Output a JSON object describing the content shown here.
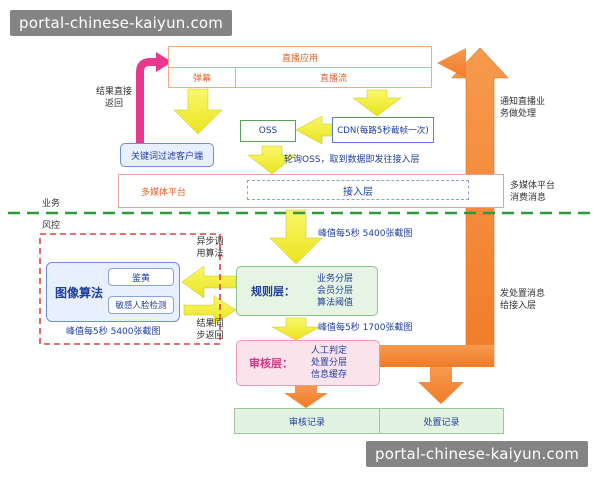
{
  "watermark": "portal-chinese-kaiyun.com",
  "top": {
    "live_app": "直播应用",
    "danmaku": "弹幕",
    "live_stream": "直播流",
    "keyword_filter": "关键词过滤客户端",
    "result_return": "结果直接\n返回",
    "oss": "OSS",
    "cdn": "CDN(每路5秒截帧一次)",
    "poll_oss": "轮询OSS，取到数据即发往接入层",
    "notify": "通知直播业\n务做处理"
  },
  "media": {
    "platform": "多媒体平台",
    "access_layer": "接入层",
    "consume": "多媒体平台\n消费消息"
  },
  "zones": {
    "business": "业务",
    "risk": "风控"
  },
  "risk": {
    "peak_5400": "峰值每5秒 5400张截图",
    "async_call": "异步调\n用算法",
    "image_algo": "图像算法",
    "porn": "鉴黄",
    "face": "敏感人脸检测",
    "algo_peak": "峰值每5秒 5400张截图",
    "sync_return": "结果同\n步返回",
    "rule_layer": "规则层：",
    "rule_items": "业务分层\n会员分层\n算法阈值",
    "peak_1700": "峰值每5秒 1700张截图",
    "audit_layer": "审核层：",
    "audit_items": "人工判定\n处置分层\n信息缓存",
    "dispatch": "发处置消息\n给接入层"
  },
  "bottom": {
    "audit_record": "审核记录",
    "handle_record": "处置记录"
  },
  "colors": {
    "orange": "#f58a3c",
    "yellow": "#f7f237",
    "green_dash": "#2e9a3a",
    "red_dash": "#e04040",
    "pink": "#e8388e",
    "blue": "#1f3f9e"
  }
}
